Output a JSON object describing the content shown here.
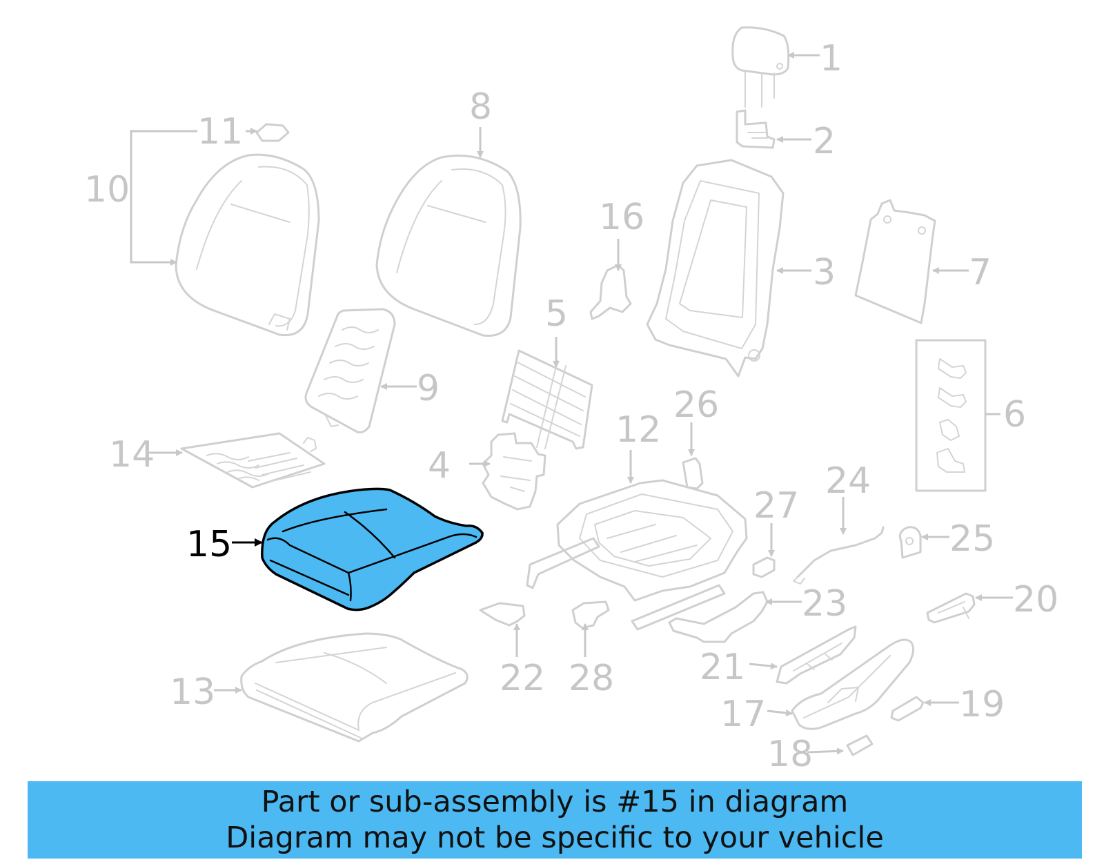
{
  "colors": {
    "highlight": "#4cb9f2",
    "part_outline": "#cfcfcf",
    "callout_text": "#c6c6c6",
    "banner": "#4cb9f2"
  },
  "highlighted_part": "15",
  "callouts": {
    "n1": "1",
    "n2": "2",
    "n3": "3",
    "n4": "4",
    "n5": "5",
    "n6": "6",
    "n7": "7",
    "n8": "8",
    "n9": "9",
    "n10": "10",
    "n11": "11",
    "n12": "12",
    "n13": "13",
    "n14": "14",
    "n15": "15",
    "n16": "16",
    "n17": "17",
    "n18": "18",
    "n19": "19",
    "n20": "20",
    "n21": "21",
    "n22": "22",
    "n23": "23",
    "n24": "24",
    "n25": "25",
    "n26": "26",
    "n27": "27",
    "n28": "28"
  },
  "banner": {
    "line1": "Part or sub-assembly is #15 in diagram",
    "line2": "Diagram may not be specific to your vehicle"
  }
}
